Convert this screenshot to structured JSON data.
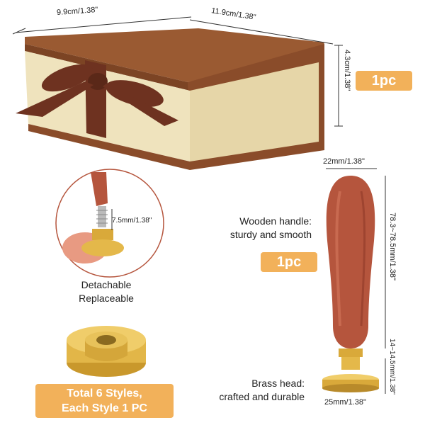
{
  "box": {
    "width_label": "9.9cm/1.38\"",
    "length_label": "11.9cm/1.38\"",
    "height_label": "4.3cm/1.38\"",
    "qty_badge": "1pc"
  },
  "stamp": {
    "screw_label": "7.5mm/1.38\"",
    "detach_line1": "Detachable",
    "detach_line2": "Replaceable",
    "handle_width_label": "22mm/1.38\"",
    "handle_length_label": "78.3~78.5mm/1.38\"",
    "head_height_label": "14~14.5mm/1.38\"",
    "head_width_label": "25mm/1.38\"",
    "qty_badge": "1pc",
    "handle_callout_line1": "Wooden handle:",
    "handle_callout_line2": "sturdy and smooth",
    "brass_callout_line1": "Brass head:",
    "brass_callout_line2": "crafted and durable"
  },
  "styles": {
    "line1": "Total 6 Styles,",
    "line2": "Each Style 1 PC"
  },
  "colors": {
    "badge": "#f2b15a",
    "box_brown": "#9a5a32",
    "box_cream": "#efe3bd",
    "wood": "#b5553d",
    "brass": "#d9a93a"
  }
}
